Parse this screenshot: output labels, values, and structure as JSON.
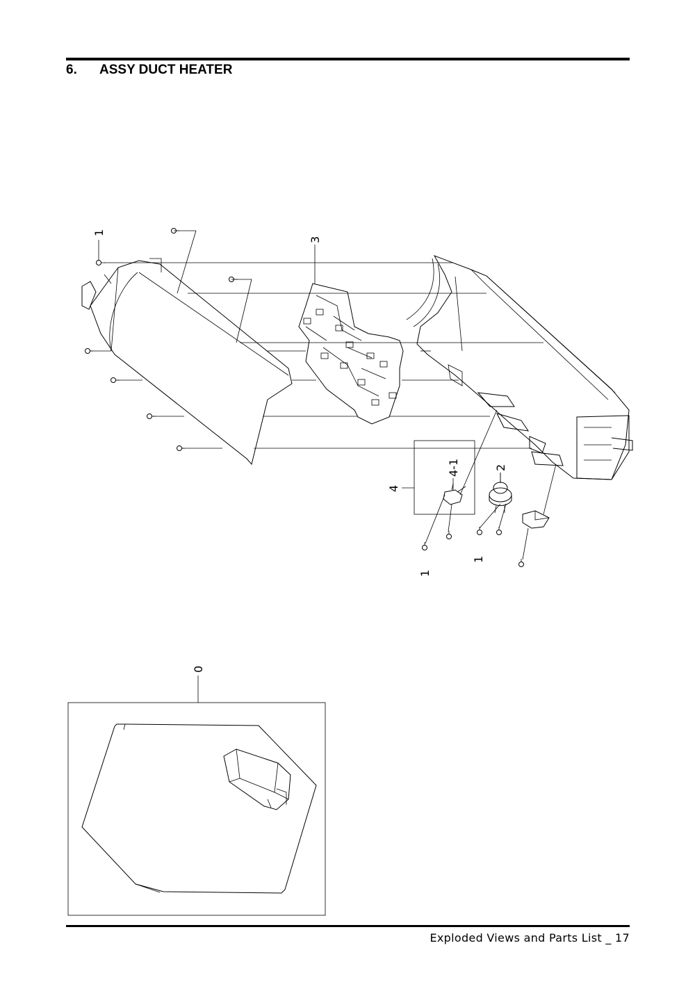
{
  "section": {
    "number": "6.",
    "title": "ASSY DUCT HEATER"
  },
  "footer": {
    "text": "Exploded Views and Parts List _ 17"
  },
  "callouts": {
    "c1_top": "1",
    "c3": "3",
    "c4": "4",
    "c4_1": "4-1",
    "c2": "2",
    "c1_bottom_a": "1",
    "c1_bottom_b": "1",
    "c0": "0"
  }
}
